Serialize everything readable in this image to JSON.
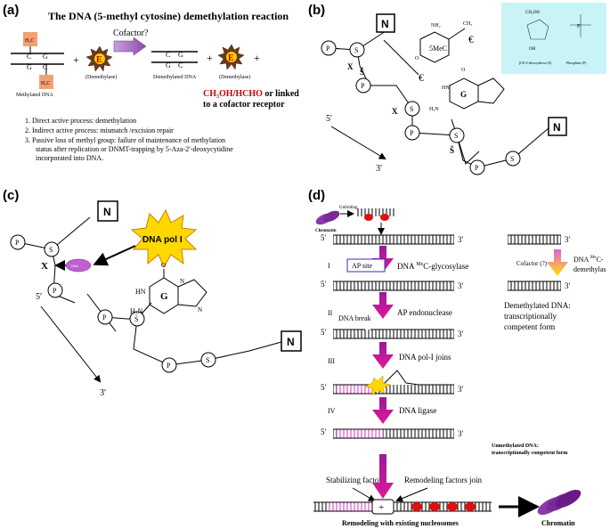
{
  "panel_a": {
    "label": "(a)",
    "title": "The DNA (5-methyl cytosine) demethylation reaction",
    "methyl_top": "H₃C",
    "methyl_bottom": "H₃C",
    "methylated_dna": "Methylated DNA",
    "plus": "+",
    "enzyme_letter": "E",
    "demethylase_1": "(Demethylase)",
    "cofactor": "Cofactor?",
    "demethylated_dna": "Demethylated DNA",
    "demethylase_2": "(Demethylase)",
    "product_ch3oh": "CH₃OH",
    "product_sep": "/",
    "product_hcho": "HCHO",
    "product_rest": " or linked",
    "product_line2": "to a cofactor receptor",
    "base_c": "C",
    "base_g": "G",
    "list": [
      "1.  Direct active process: demethylation",
      "2.  Indirect active process: mismatch /excision repair",
      "3.  Passive loss of methyl group: failure of maintenance of methylation",
      "status after replication or DNMT-trapping by 5-Aza-2′-deoxycytidine",
      "incorporated into DNA."
    ]
  },
  "panel_b": {
    "label": "(b)",
    "n_top": "N",
    "n_bottom": "N",
    "p": "P",
    "s": "S",
    "s_cut": "Š",
    "x": "X",
    "prime5": "5′",
    "prime3": "3′",
    "nh2": "NH₂",
    "ch3": "CH₃",
    "epsilon": "€",
    "mec": "5MeC",
    "g": "G",
    "o": "O",
    "hn": "HN",
    "h2n": "H₂N",
    "n": "N",
    "inset_label1": "β-D-2-deoxyribose (S)",
    "inset_label2": "Phosphate (P)",
    "inset_ch2oh": "CH₂OH",
    "inset_oh": "OH"
  },
  "panel_c": {
    "label": "(c)",
    "n_top": "N",
    "n_bottom": "N",
    "p": "P",
    "s": "S",
    "x": "X",
    "prime5": "5′",
    "prime3": "3′",
    "dna_pol": "DNA pol I",
    "hn": "HN",
    "h2n": "H₂N",
    "o": "O",
    "g": "G",
    "n": "N",
    "nick_label": "Nick"
  },
  "panel_d": {
    "label": "(d)",
    "unfolding": "Unfolding",
    "chromatin_top": "Chromatin",
    "p5": "5′",
    "p3": "3′",
    "step1": "I",
    "step2": "II",
    "step3": "III",
    "step4": "IV",
    "ap_site": "AP site",
    "glycosylase_pre": "DNA ",
    "glycosylase_sup": "Me",
    "glycosylase_post": "C-glycosylase",
    "cofactor": "Cofactor (?)",
    "demethylase_pre": "DNA ",
    "demethylase_sup": "Me",
    "demethylase_post": "C-",
    "demethylase_line2": "demethylas",
    "demethylated_1": "Demethylated DNA:",
    "demethylated_2": "transcriptionally",
    "demethylated_3": "competent form",
    "dna_break": "DNA break",
    "ap_endo": "AP endonuclease",
    "pol_joins": "DNA pol-I joins",
    "ligase": "DNA ligase",
    "unmeth_1": "Unmethylated DNA:",
    "unmeth_2": "transcriptionally competent form",
    "stabilizing": "Stabilizing factors,",
    "remodeling": "Remodeling factors join",
    "plus": "+",
    "remodel_existing": "Remodeling with existing nucleosomes",
    "chromatin_bottom": "Chromatin"
  }
}
